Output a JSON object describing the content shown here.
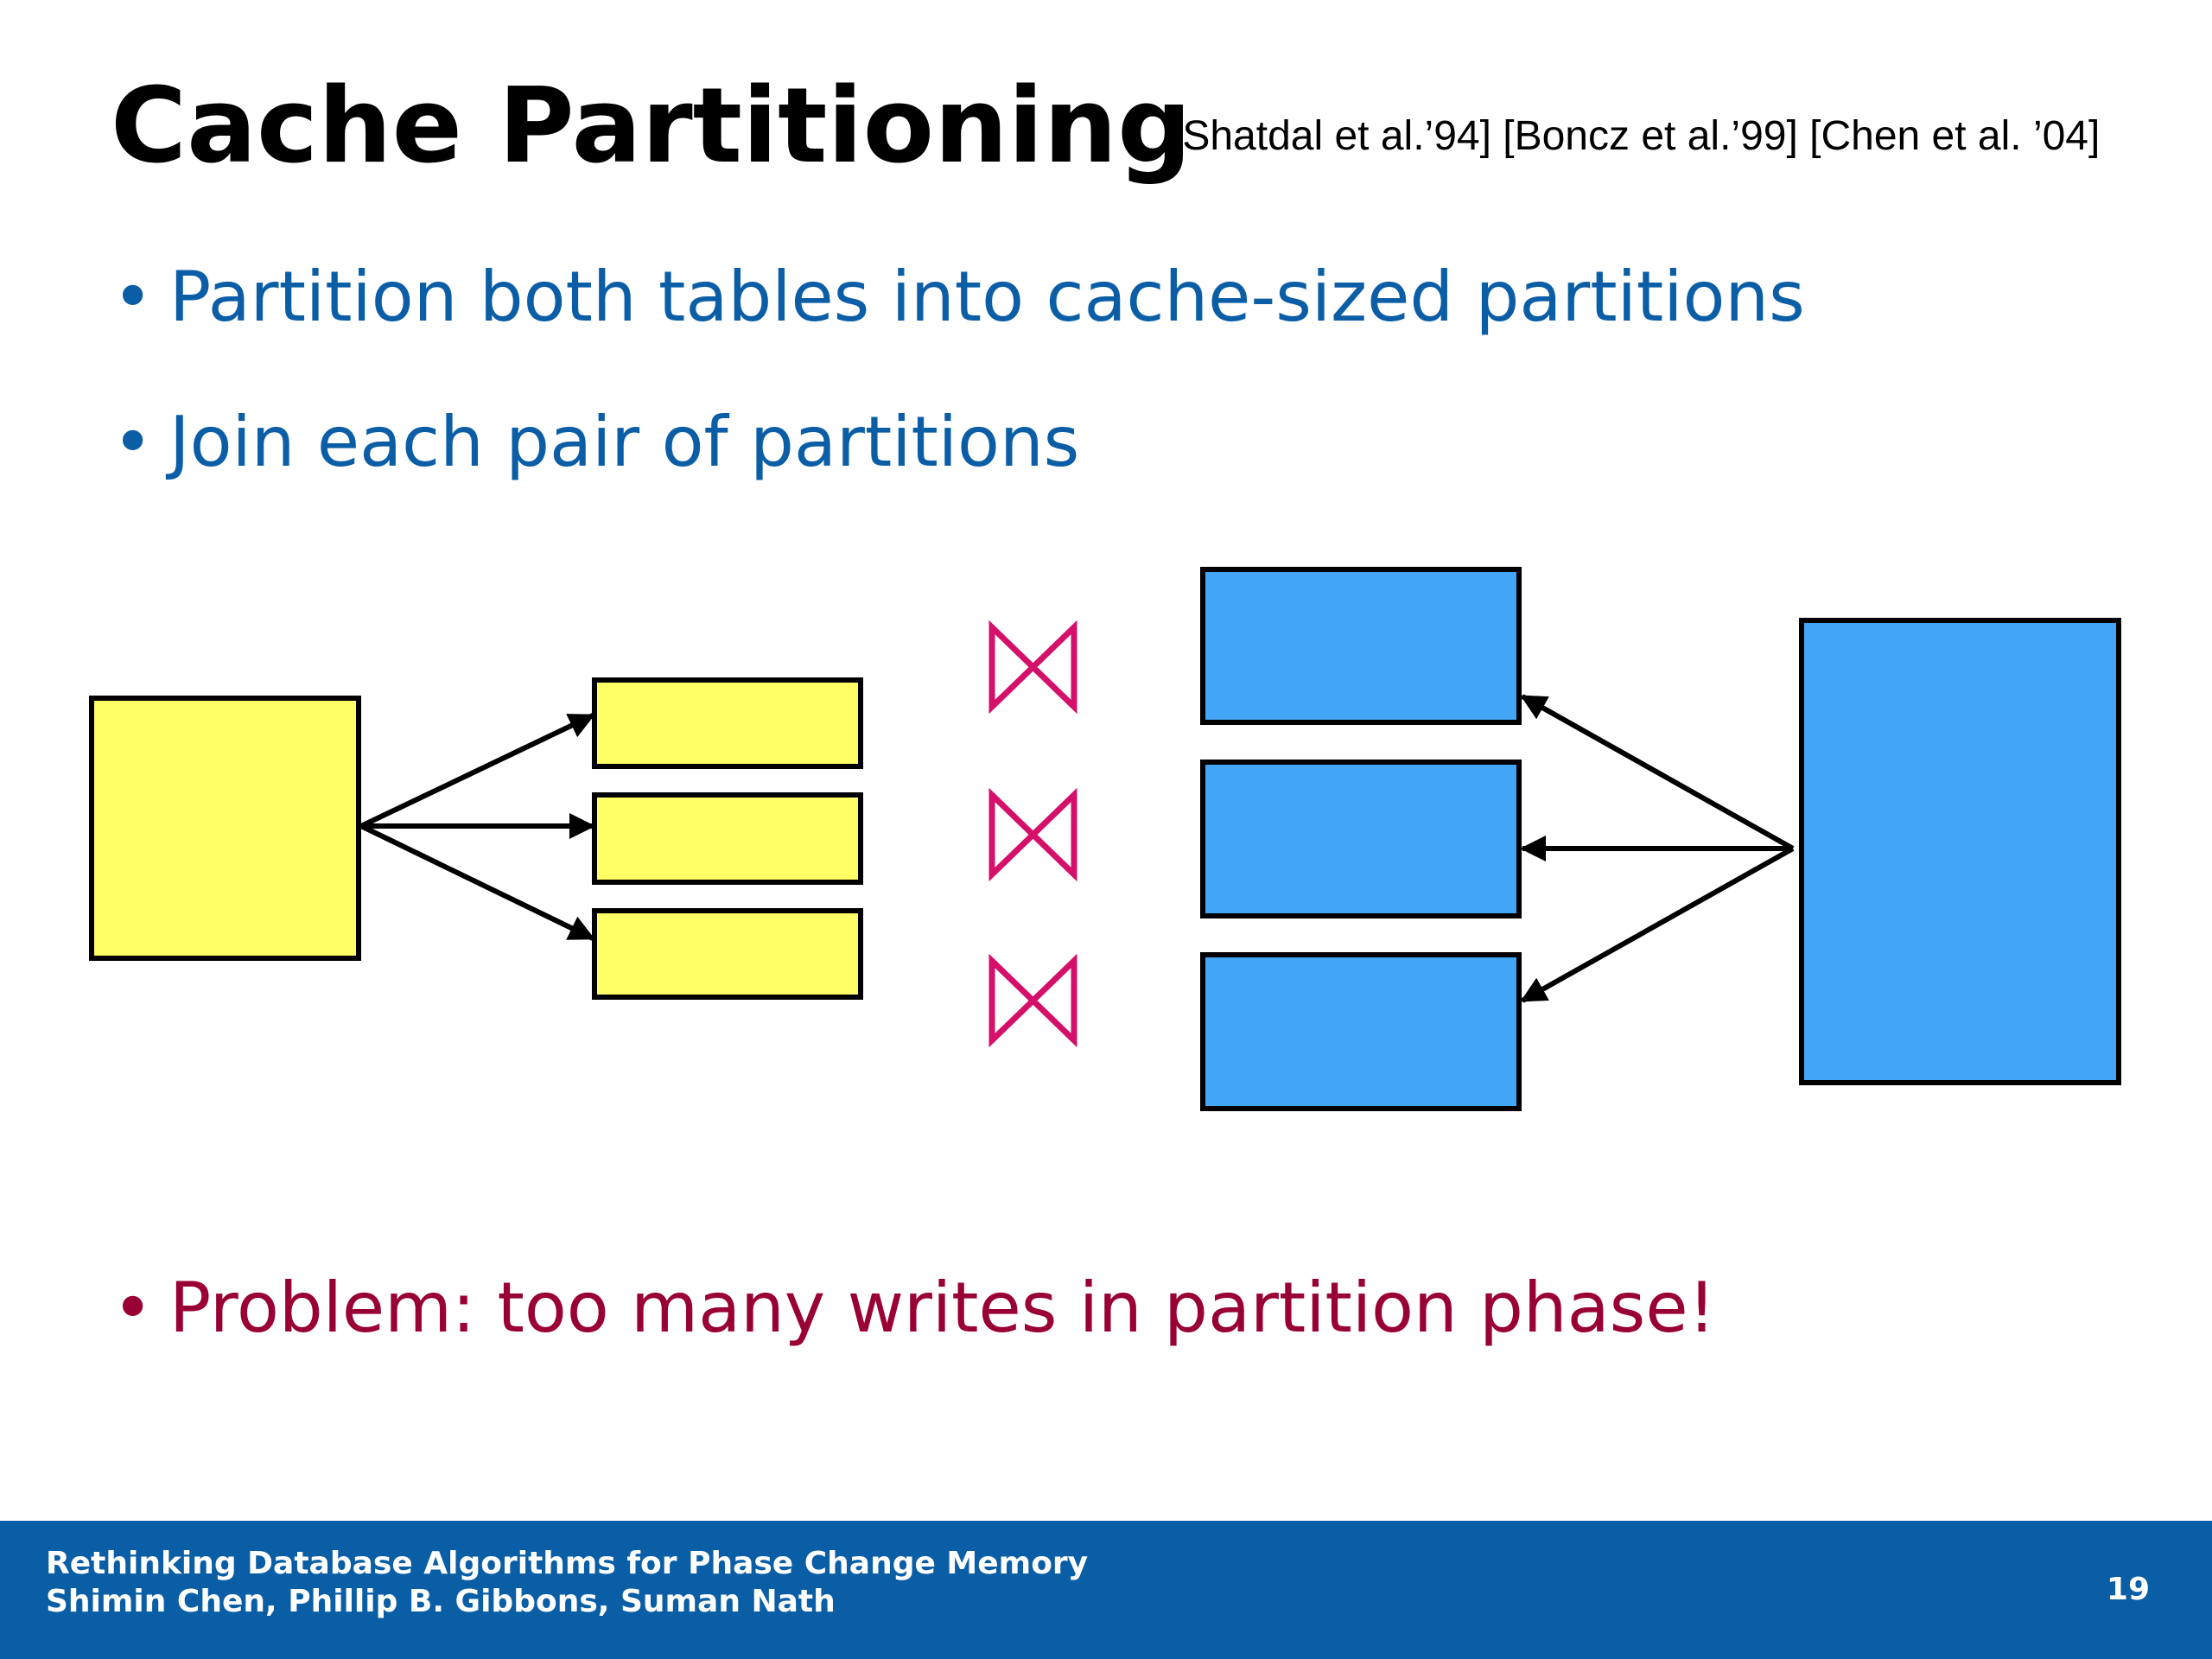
{
  "slide": {
    "title": "Cache Partitioning",
    "citations": "[Shatdal et al.’94] [Boncz et al.’99] [Chen et al. ’04]",
    "bullet_glyph": "•",
    "bullets": [
      "Partition both tables into cache-sized partitions",
      "Join each pair of partitions",
      "Problem:  too many writes in partition phase!"
    ],
    "join_symbol": "⋈"
  },
  "colors": {
    "bullet_blue": "#0b5ea6",
    "problem_red": "#990033",
    "yellow_fill": "#ffff66",
    "blue_fill": "#42a5f5",
    "join_magenta": "#d4106a",
    "footer_blue": "#0a5ea5"
  },
  "footer": {
    "line1": "Rethinking Database Algorithms for Phase Change Memory",
    "line2": "Shimin Chen, Phillip B. Gibbons, Suman Nath",
    "page_number": "19"
  }
}
